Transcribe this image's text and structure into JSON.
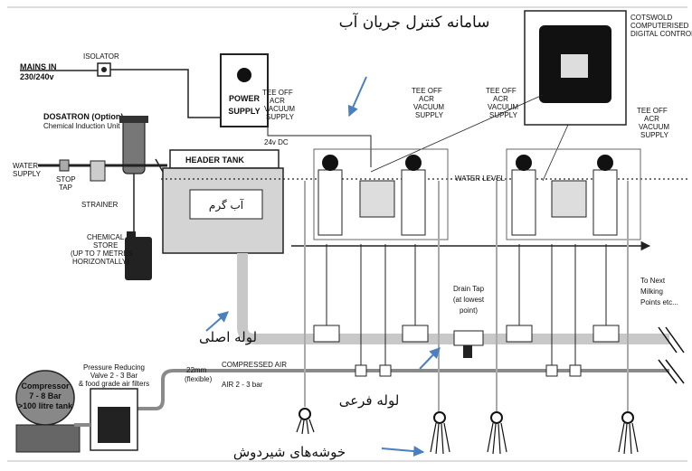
{
  "title_fa": "سامانه کنترل جریان آب",
  "labels": {
    "mains_in": "MAINS IN",
    "mains_voltage": "230/240v",
    "isolator": "ISOLATOR",
    "power_supply_1": "POWER",
    "power_supply_2": "SUPPLY",
    "voltage_24": "24v DC",
    "dosatron_1": "DOSATRON (Option)",
    "dosatron_2": "Chemical Induction Unit",
    "water_supply_1": "WATER",
    "water_supply_2": "SUPPLY",
    "stop_tap_1": "STOP",
    "stop_tap_2": "TAP",
    "strainer": "STRAINER",
    "header_tank": "HEADER TANK",
    "hot_water_fa": "آب گرم",
    "chem_1": "CHEMICAL",
    "chem_2": "STORE",
    "chem_3": "(UP TO 7 METRES",
    "chem_4": "HORIZONTALLY)",
    "tee_off_1": "TEE OFF",
    "tee_off_2": "ACR",
    "tee_off_3": "VACUUM",
    "tee_off_4": "SUPPLY",
    "water_level": "WATER LEVEL",
    "cotswold_1": "COTSWOLD",
    "cotswold_2": "COMPUTERISED",
    "cotswold_3": "DIGITAL CONTROLL",
    "drain_1": "Drain Tap",
    "drain_2": "(at lowest",
    "drain_3": "point)",
    "next_1": "To Next",
    "next_2": "Milking",
    "next_3": "Points etc...",
    "main_pipe_fa": "لوله اصلی",
    "branch_pipe_fa": "لوله فرعی",
    "clusters_fa": "خوشه‌های شیردوش",
    "compressor_1": "Compressor",
    "compressor_2": "7 - 8 Bar",
    "compressor_3": ">100 litre tank",
    "prv_1": "Pressure Reducing",
    "prv_2": "Valve 2 - 3 Bar",
    "prv_3": "& food grade air filters",
    "mm22_1": "22mm",
    "mm22_2": "(flexible)",
    "comp_air": "COMPRESSED AIR",
    "air_bar": "AIR 2 - 3 bar"
  },
  "colors": {
    "main_pipe": "#c8c8c8",
    "air_pipe": "#8a8a8a",
    "tank_fill": "#d4d4d4",
    "arrow_blue": "#4a7fc0"
  }
}
